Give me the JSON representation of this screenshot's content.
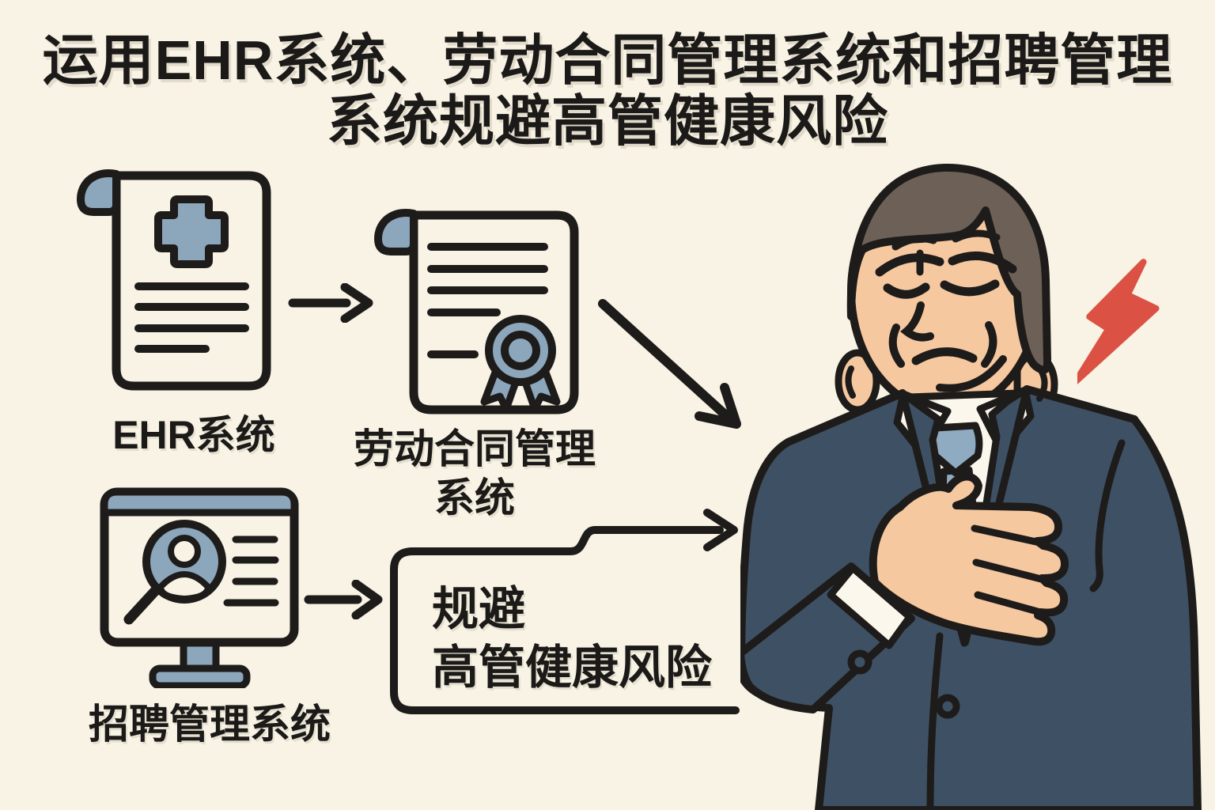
{
  "title": {
    "line1": "运用EHR系统、劳动合同管理系统和招聘管理",
    "line2": "系统规避高管健康风险"
  },
  "flow": {
    "ehr_system": {
      "label": "EHR系统",
      "icon": "medical-record-document-icon"
    },
    "contract_system": {
      "label_line1": "劳动合同管理",
      "label_line2": "系统",
      "icon": "contract-certificate-icon"
    },
    "recruitment_system": {
      "label": "招聘管理系统",
      "icon": "recruitment-monitor-icon"
    },
    "outcome_box": {
      "line1": "规避",
      "line2": "高管健康风险"
    },
    "connectors": [
      "right-arrow-icon",
      "diagonal-arrow-icon",
      "right-arrow-icon",
      "box-tab-arrow-icon"
    ]
  },
  "illustration": {
    "figure_icon": "stressed-executive-hand-on-chest",
    "alert_icon": "lightning-bolt-icon"
  },
  "colors": {
    "background": "#f8f3e4",
    "outline": "#1e1c1a",
    "icon_blue": "#8ca6bc",
    "tie_blue": "#8fabc1",
    "suit_navy": "#3e5064",
    "skin": "#f6c8a0",
    "hair": "#6d6057",
    "alert_red": "#db5245",
    "shirt_white": "#fbf7ec"
  }
}
